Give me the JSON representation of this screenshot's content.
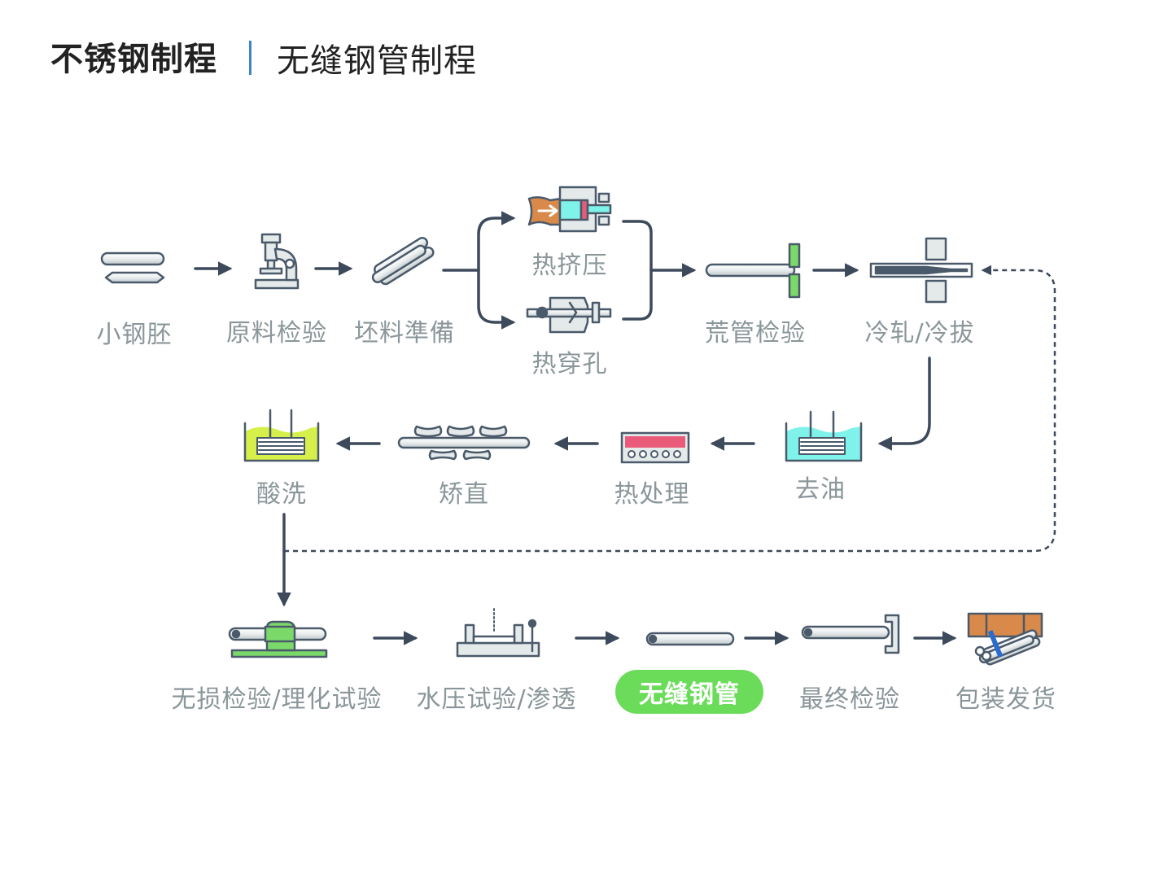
{
  "header": {
    "title": "不锈钢制程",
    "subtitle": "无缝钢管制程"
  },
  "steps": {
    "billet": "小钢胚",
    "raw_inspect": "原料检验",
    "blank_prep": "坯料準備",
    "hot_extrusion": "热挤压",
    "hot_piercing": "热穿孔",
    "hollow_inspect": "荒管检验",
    "cold_roll": "冷轧/冷拔",
    "degrease": "去油",
    "heat_treat": "热处理",
    "straighten": "矫直",
    "pickling": "酸洗",
    "ndt": "无损检验/理化试验",
    "hydro": "水压试验/渗透",
    "final_product": "无缝钢管",
    "final_inspect": "最终检验",
    "packing": "包装发货"
  },
  "colors": {
    "accent": "#6bdc5a",
    "separator": "#3d86c6",
    "arrow": "#3d4a5c",
    "label": "#8a9699",
    "copper": "#d9894a",
    "cyan": "#7ff2ea",
    "green": "#7bd96a",
    "red": "#e95b78",
    "acid": "#d6ef4a",
    "band": "#2a6bd0"
  }
}
